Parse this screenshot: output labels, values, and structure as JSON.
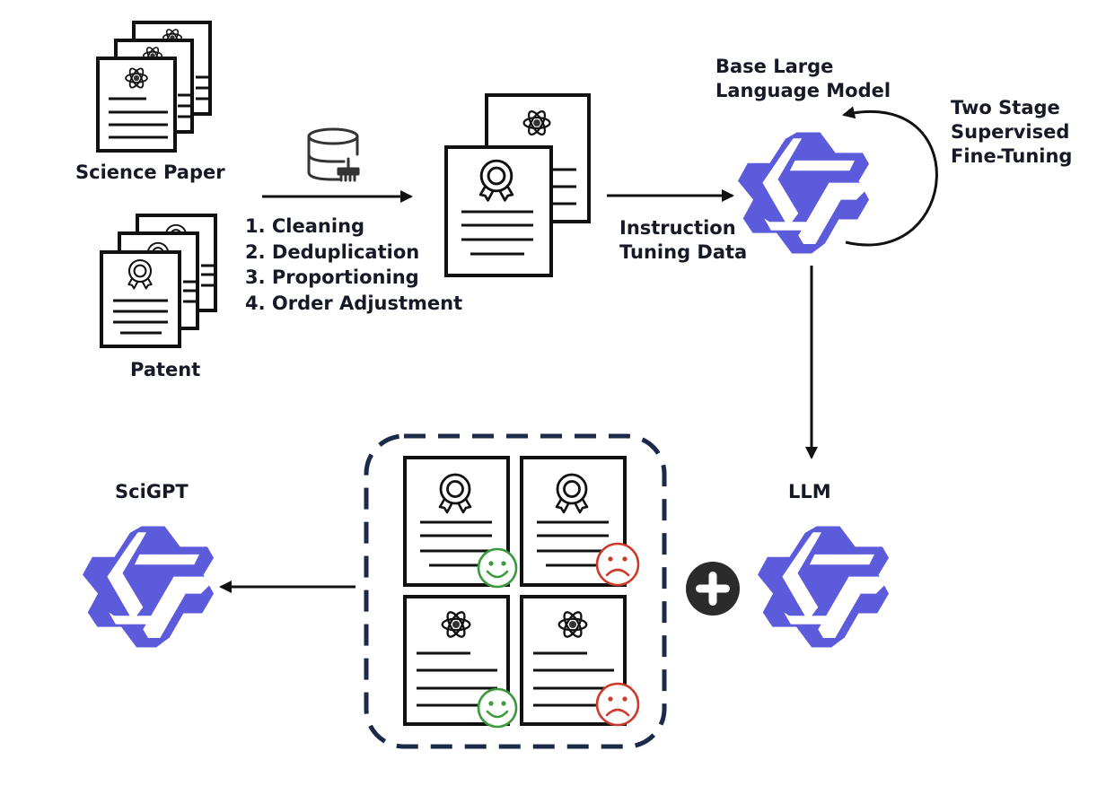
{
  "sources": {
    "science_paper": {
      "label": "Science Paper"
    },
    "patent": {
      "label": "Patent"
    }
  },
  "processing": {
    "icon": "database-clean-icon",
    "steps": [
      "1. Cleaning",
      "2. Deduplication",
      "3. Proportioning",
      "4. Order Adjustment"
    ]
  },
  "instruction_data": {
    "label_line1": "Instruction",
    "label_line2": "Tuning Data"
  },
  "base_model": {
    "label_line1": "Base Large",
    "label_line2": "Language Model",
    "icon": "llm-logo-icon"
  },
  "fine_tuning": {
    "label_line1": "Two Stage",
    "label_line2": "Supervised",
    "label_line3": "Fine-Tuning"
  },
  "llm": {
    "label": "LLM",
    "icon": "llm-logo-icon"
  },
  "scigpt": {
    "label": "SciGPT",
    "icon": "llm-logo-icon"
  },
  "preference_set": {
    "items": [
      {
        "doc": "patent",
        "rating": "good"
      },
      {
        "doc": "patent",
        "rating": "bad"
      },
      {
        "doc": "science-paper",
        "rating": "good"
      },
      {
        "doc": "science-paper",
        "rating": "bad"
      }
    ]
  },
  "plus_icon": "plus-icon",
  "colors": {
    "logo": "#5b5bdc",
    "good": "#3b9a3b",
    "bad": "#cc3a2a",
    "dashed_border": "#1c2a4a",
    "ink": "#111111"
  }
}
